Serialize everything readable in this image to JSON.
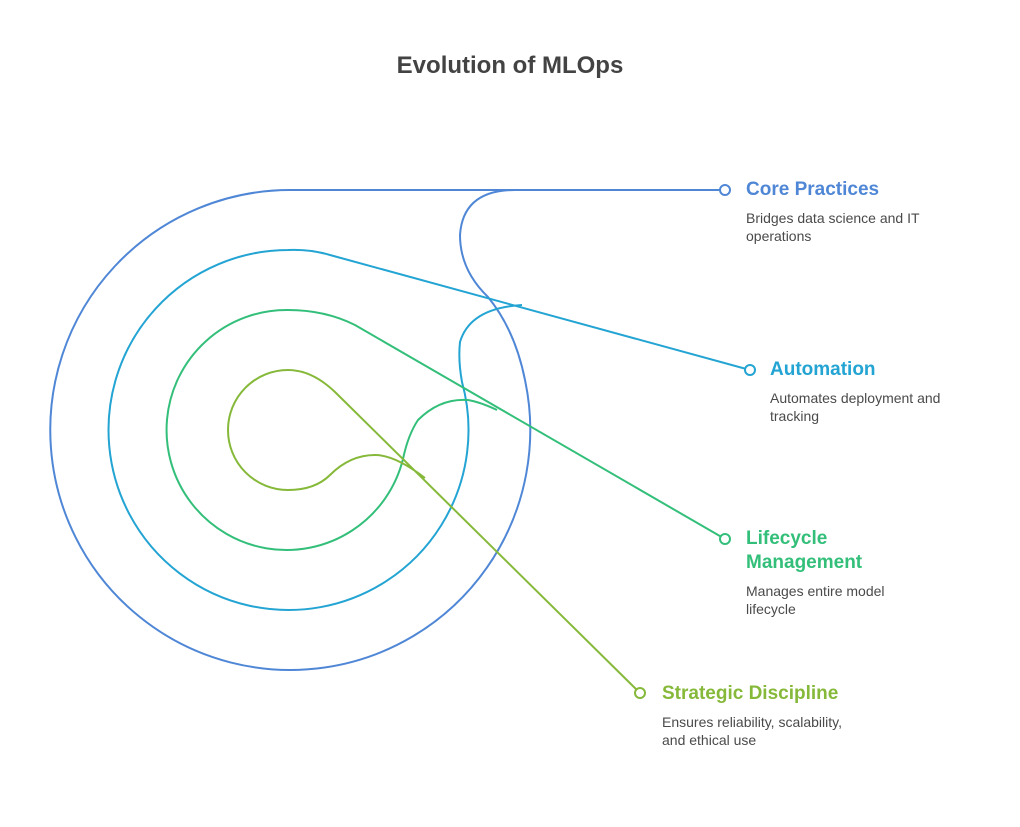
{
  "title": "Evolution of MLOps",
  "items": [
    {
      "label": "Core Practices",
      "desc": "Bridges data science and IT operations",
      "color": "#4f87d6"
    },
    {
      "label": "Automation",
      "desc": "Automates deployment and tracking",
      "color": "#23a4d3"
    },
    {
      "label": "Lifecycle Management",
      "desc": "Manages entire model lifecycle",
      "color": "#33bf7a"
    },
    {
      "label": "Strategic Discipline",
      "desc": "Ensures reliability, scalability, and ethical use",
      "color": "#86b93a"
    }
  ]
}
